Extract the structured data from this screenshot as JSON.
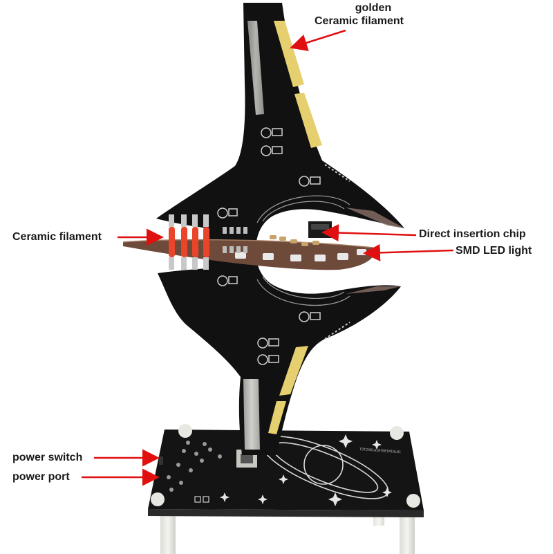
{
  "labels": {
    "golden_word": "golden",
    "golden_ceramic": "Ceramic filament",
    "ceramic_filament": "Ceramic filament",
    "direct_insertion": "Direct insertion chip",
    "smd_led": "SMD LED light",
    "power_switch": "power switch",
    "power_port": "power port"
  },
  "board_print": {
    "silkscreen_text": "TOT2X01A1070E1M1AL01"
  },
  "colors": {
    "pcb_black": "#111111",
    "gold_filament": "#e6cf6e",
    "silver_filament": "#b9b9b4",
    "annotation_arrow": "#e01010",
    "red_filament": "#e8452a",
    "copper_disc": "#6e4a3a"
  }
}
